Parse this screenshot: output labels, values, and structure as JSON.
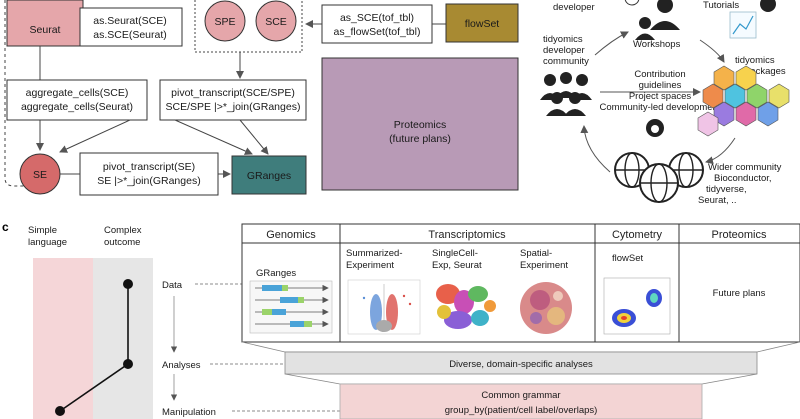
{
  "panel_letter": "c",
  "top_left": {
    "seurat_box": "Seurat",
    "as_seurat": [
      "as.Seurat(SCE)",
      "as.SCE(Seurat)"
    ],
    "spe_circle": "SPE",
    "sce_circle": "SCE",
    "as_sce": [
      "as_SCE(tof_tbl)",
      "as_flowSet(tof_tbl)"
    ],
    "flowset_box": "flowSet",
    "aggregate": [
      "aggregate_cells(SCE)",
      "aggregate_cells(Seurat)"
    ],
    "pivot_sce": [
      "pivot_transcript(SCE/SPE)",
      "SCE/SPE |>*_join(GRanges)"
    ],
    "proteomics": [
      "Proteomics",
      "(future plans)"
    ],
    "se_circle": "SE",
    "pivot_se": [
      "pivot_transcript(SE)",
      "SE |>*_join(GRanges)"
    ],
    "granges_box": "GRanges"
  },
  "top_right": {
    "developer": "developer",
    "tutorials": "Tutorials",
    "dev_community": [
      "tidyomics",
      "developer",
      "community"
    ],
    "workshops": "Workshops",
    "contribution": [
      "Contribution",
      "guidelines",
      "Project spaces",
      "Community-led development"
    ],
    "packages": [
      "tidyomics",
      "packages"
    ],
    "wider": [
      "Wider community",
      "Bioconductor,",
      "tidyverse,",
      "Seurat, .."
    ]
  },
  "bottom_left": {
    "simple": [
      "Simple",
      "language"
    ],
    "complex": [
      "Complex",
      "outcome"
    ],
    "levels": [
      "Data",
      "Analyses",
      "Manipulation"
    ]
  },
  "table": {
    "headers": [
      "Genomics",
      "Transcriptomics",
      "Cytometry",
      "Proteomics"
    ],
    "genomics": "GRanges",
    "transcriptomics": [
      [
        "Summarized-",
        "Experiment"
      ],
      [
        "SingleCell-",
        "Exp, Seurat"
      ],
      [
        "Spatial-",
        "Experiment"
      ]
    ],
    "cytometry": "flowSet",
    "proteomics": "Future plans"
  },
  "analyses_bar": "Diverse, domain-specific analyses",
  "grammar": [
    "Common grammar",
    "group_by(patient/cell label/overlaps)"
  ],
  "colors": {
    "pink": "#e5a6aa",
    "olive": "#a88a32",
    "purple": "#b89ab6",
    "teal": "#3f7d7c",
    "se_red": "#d56a6a",
    "grey_bar": "#e2e2e2",
    "grammar_pink": "#f3d4d4"
  }
}
